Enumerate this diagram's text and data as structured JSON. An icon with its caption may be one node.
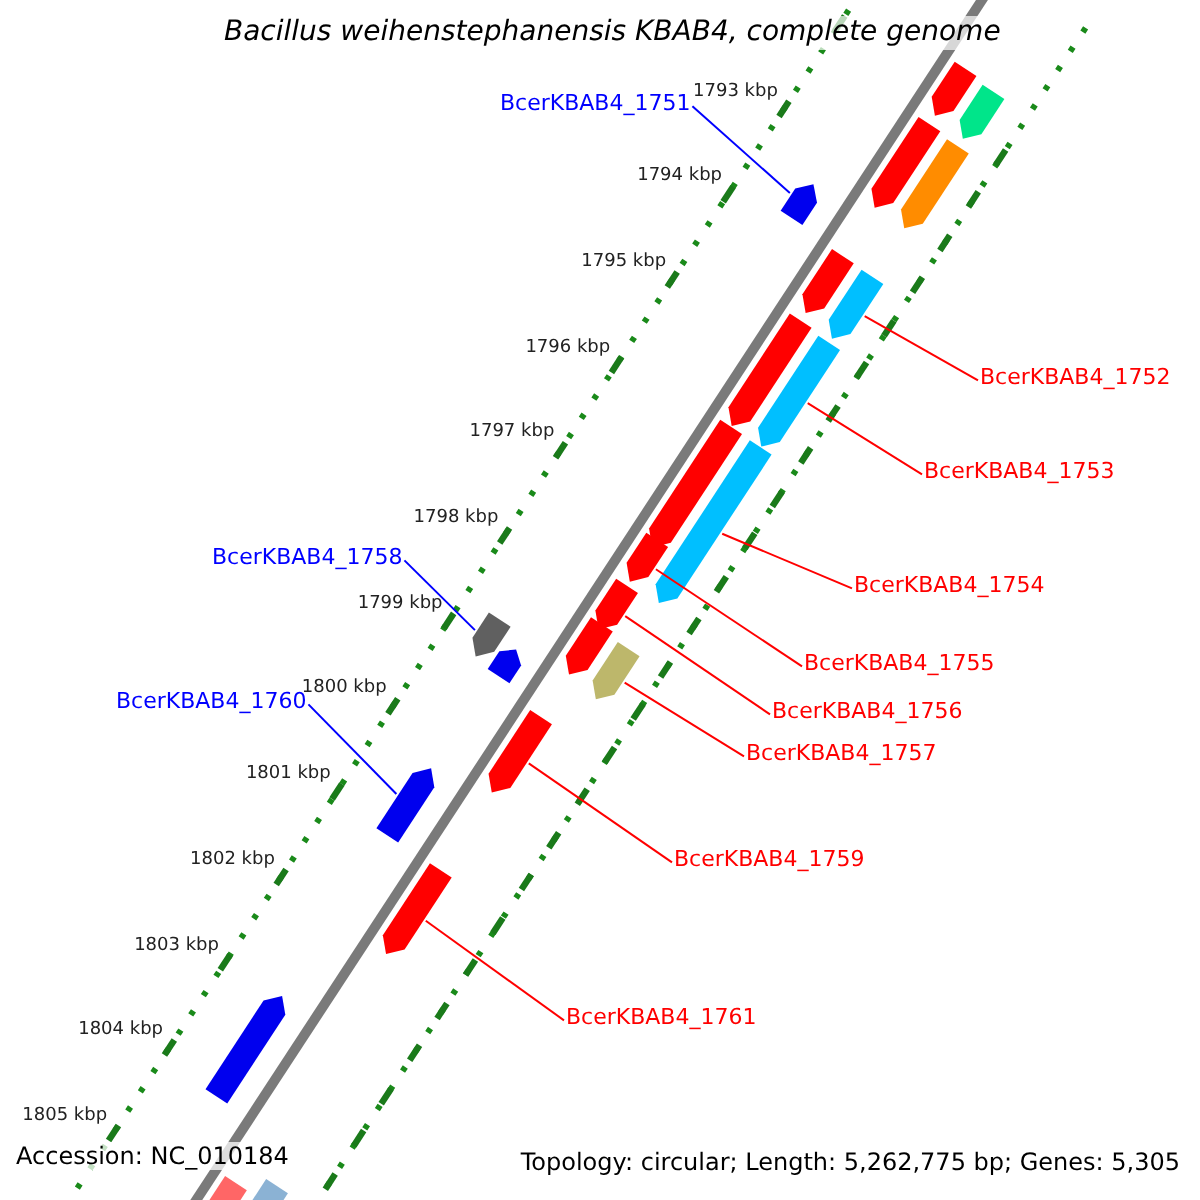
{
  "diagram": {
    "title": "Bacillus weihenstephanensis KBAB4, complete genome",
    "nodes": [
      {
        "text": [
          "BcerKBAB4_1751"
        ]
      },
      {
        "text": [],
        "shape": "bar"
      },
      {
        "text": [
          "BcerKBAB4_1752"
        ]
      },
      {
        "text": [],
        "shape": "bar"
      },
      {
        "text": [
          "BcerKBAB4_1753"
        ]
      },
      {
        "text": [],
        "shape": "bar"
      },
      {
        "text": [
          "BcerKBAB4_1754"
        ]
      },
      {
        "text": [],
        "shape": "bar"
      },
      {
        "text": [
          "BcerKBAB4_1755"
        ]
      },
      {
        "text": [],
        "shape": "bar"
      },
      {
        "text": [
          "BcerKBAB4_1756"
        ]
      },
      {
        "text": [],
        "shape": "bar"
      },
      {
        "text": [
          "BcerKBAB4_1757"
        ]
      },
      {
        "text": [],
        "shape": "bar"
      },
      {
        "text": [
          "BcerKBAB4_1758"
        ]
      },
      {
        "text": [],
        "shape": "bar"
      },
      {
        "text": [
          "BcerKBAB4_1759"
        ]
      },
      {
        "text": [],
        "shape": "bar"
      },
      {
        "text": [
          "BcerKBAB4_1760"
        ]
      },
      {
        "text": [],
        "shape": "bar"
      },
      {
        "text": [
          "BcerKBAB4_1761"
        ]
      },
      {
        "text": [],
        "shape": "bar"
      },
      {
        "text": [],
        "shape": "bar"
      },
      {
        "text": [],
        "shape": "bar"
      },
      {
        "text": [],
        "shape": "bar"
      },
      {
        "text": [],
        "shape": "bar"
      },
      {
        "text": [],
        "shape": "bar"
      },
      {
        "text": [],
        "shape": "bar"
      },
      {
        "text": [],
        "shape": "bar"
      },
      {
        "text": [],
        "shape": "bar"
      },
      {
        "text": [],
        "shape": "bar"
      },
      {
        "text": [],
        "shape": "bar"
      },
      {
        "text": [],
        "shape": "bar"
      },
      {
        "text": [],
        "shape": "bar"
      }
    ],
    "edges": [
      {
        "from": 0,
        "to": 1,
        "arrow": "none",
        "color": "#0000ff"
      },
      {
        "from": 2,
        "to": 3,
        "arrow": "none"
      },
      {
        "from": 4,
        "to": 5,
        "arrow": "none"
      },
      {
        "from": 6,
        "to": 7,
        "arrow": "none"
      },
      {
        "from": 8,
        "to": 9,
        "arrow": "none"
      },
      {
        "from": 10,
        "to": 11,
        "arrow": "none"
      },
      {
        "from": 12,
        "to": 13,
        "arrow": "none"
      },
      {
        "from": 14,
        "to": 15,
        "arrow": "none",
        "color": "#0000ff"
      },
      {
        "from": 16,
        "to": 17,
        "arrow": "none"
      },
      {
        "from": 18,
        "to": 19,
        "arrow": "none",
        "color": "#0000ff"
      },
      {
        "from": 20,
        "to": 21,
        "arrow": "none"
      }
    ],
    "labels": [
      "1793 kbp",
      "1794 kbp",
      "1795 kbp",
      "1796 kbp",
      "1797 kbp",
      "1798 kbp",
      "1799 kbp",
      "1800 kbp",
      "1801 kbp",
      "1802 kbp",
      "1803 kbp",
      "1804 kbp",
      "1805 kbp",
      "Accession: NC_010184",
      "Topology: circular; Length: 5,262,775 bp; Genes: 5,305"
    ]
  }
}
